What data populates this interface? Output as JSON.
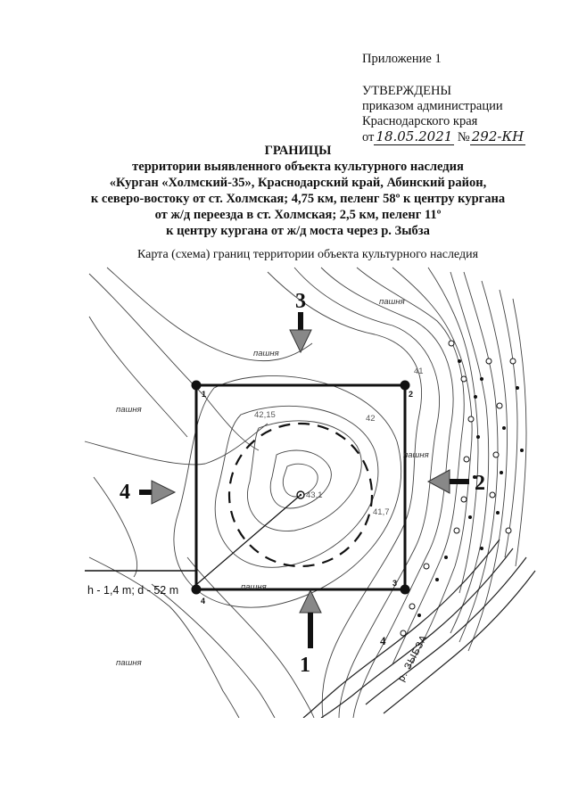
{
  "header": {
    "appendix": "Приложение 1",
    "approved_title": "УТВЕРЖДЕНЫ",
    "approved_line1": "приказом администрации",
    "approved_line2": "Краснодарского края",
    "from_prefix": "от",
    "date": "18.05.2021",
    "number_sign": "№",
    "number": "292-КН"
  },
  "title": {
    "heading": "ГРАНИЦЫ",
    "line1": "территории выявленного объекта культурного наследия",
    "line2": "«Курган «Холмский-35», Краснодарский край, Абинский район,",
    "line3": "к северо-востоку от ст. Холмская; 4,75 км, пеленг 58º к центру кургана",
    "line4": "от ж/д переезда в ст. Холмская; 2,5 км, пеленг 11º",
    "line5": "к центру кургана от ж/д моста через р. Зыбза"
  },
  "caption": "Карта (схема) границ территории объекта культурного наследия",
  "map": {
    "field_label": "пашня",
    "arrow_labels": [
      "1",
      "2",
      "3",
      "4"
    ],
    "corner_labels": [
      "1",
      "2",
      "3",
      "4"
    ],
    "elevations": [
      "41",
      "42,15",
      "42",
      "43,1",
      "41,7"
    ],
    "dimension_note": "h - 1,4 m; d - 52 m",
    "river_label": "р. ЗЫБЗА",
    "bridge_mark": "4"
  }
}
